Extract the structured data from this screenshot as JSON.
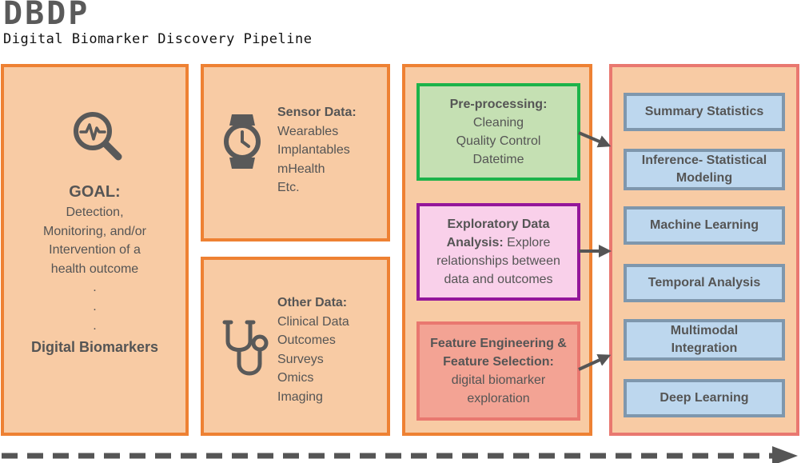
{
  "header": {
    "title": "DBDP",
    "subtitle": "Digital Biomarker Discovery Pipeline"
  },
  "goal_panel": {
    "icon": "magnifier-heartbeat-icon",
    "heading": "GOAL:",
    "lines": [
      "Detection,",
      "Monitoring, and/or",
      "Intervention of a",
      "health outcome"
    ],
    "dots": [
      ".",
      ".",
      "."
    ],
    "footer": "Digital Biomarkers"
  },
  "sensor_panel": {
    "icon": "smartwatch-icon",
    "heading": "Sensor Data:",
    "items": [
      "Wearables",
      "Implantables",
      "mHealth",
      "Etc."
    ]
  },
  "other_panel": {
    "icon": "stethoscope-icon",
    "heading": "Other Data:",
    "items": [
      "Clinical Data",
      "Outcomes",
      "Surveys",
      "Omics",
      "Imaging"
    ]
  },
  "processing_panel": {
    "preprocessing": {
      "heading": "Pre-processing:",
      "lines": [
        "Cleaning",
        "Quality Control",
        "Datetime"
      ]
    },
    "eda": {
      "line1_bold": "Exploratory Data",
      "line2_bold": "Analysis:",
      "line2_rest": " Explore",
      "line3": "relationships between",
      "line4": "data and outcomes"
    },
    "feature": {
      "line1": "Feature Engineering &",
      "line2": "Feature Selection:",
      "line3": "digital biomarker",
      "line4": "exploration"
    }
  },
  "methods_panel": {
    "items": [
      {
        "label": "Summary Statistics"
      },
      {
        "label": "Inference- Statistical Modeling"
      },
      {
        "label": "Machine Learning"
      },
      {
        "label": "Temporal Analysis"
      },
      {
        "label": "Multimodal Integration"
      },
      {
        "label": "Deep Learning"
      }
    ]
  },
  "colors": {
    "panel_fill": "#f8cba4",
    "panel_border": "#ee8133",
    "methods_border": "#e97870",
    "preprocessing_fill": "#c5e0b3",
    "preprocessing_border": "#1db34a",
    "eda_fill": "#f9d0ea",
    "eda_border": "#94179a",
    "feature_fill": "#f3a394",
    "feature_border": "#e97870",
    "method_fill": "#bdd7ee",
    "method_border": "#7f97ad",
    "arrow": "#555555"
  }
}
